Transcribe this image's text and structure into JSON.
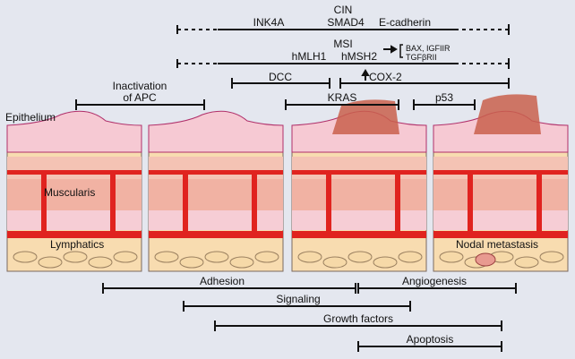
{
  "top_genes": {
    "cin": {
      "title": "CIN",
      "genes": [
        "INK4A",
        "SMAD4",
        "E-cadherin"
      ]
    },
    "msi": {
      "title": "MSI",
      "genes": [
        "hMLH1",
        "hMSH2"
      ],
      "targets": [
        "BAX, IGFIIR",
        "TGFβRII"
      ]
    },
    "dcc": "DCC",
    "cox2": "COX-2",
    "apc": [
      "Inactivation",
      "of APC"
    ],
    "kras": "KRAS",
    "p53": "p53"
  },
  "tissue_labels": {
    "epithelium": "Epithelium",
    "muscularis": "Muscularis",
    "lymphatics": "Lymphatics",
    "nodal_metastasis": "Nodal metastasis"
  },
  "processes": [
    "Adhesion",
    "Angiogenesis",
    "Signaling",
    "Growth factors",
    "Apoptosis"
  ],
  "colors": {
    "background": "#e4e7ef",
    "vessel": "#e0231f",
    "epithelium": "#f6c9d3",
    "muscle": "#f1b2a3",
    "fat": "#f8dcb0",
    "tumor": "#c9604c"
  }
}
